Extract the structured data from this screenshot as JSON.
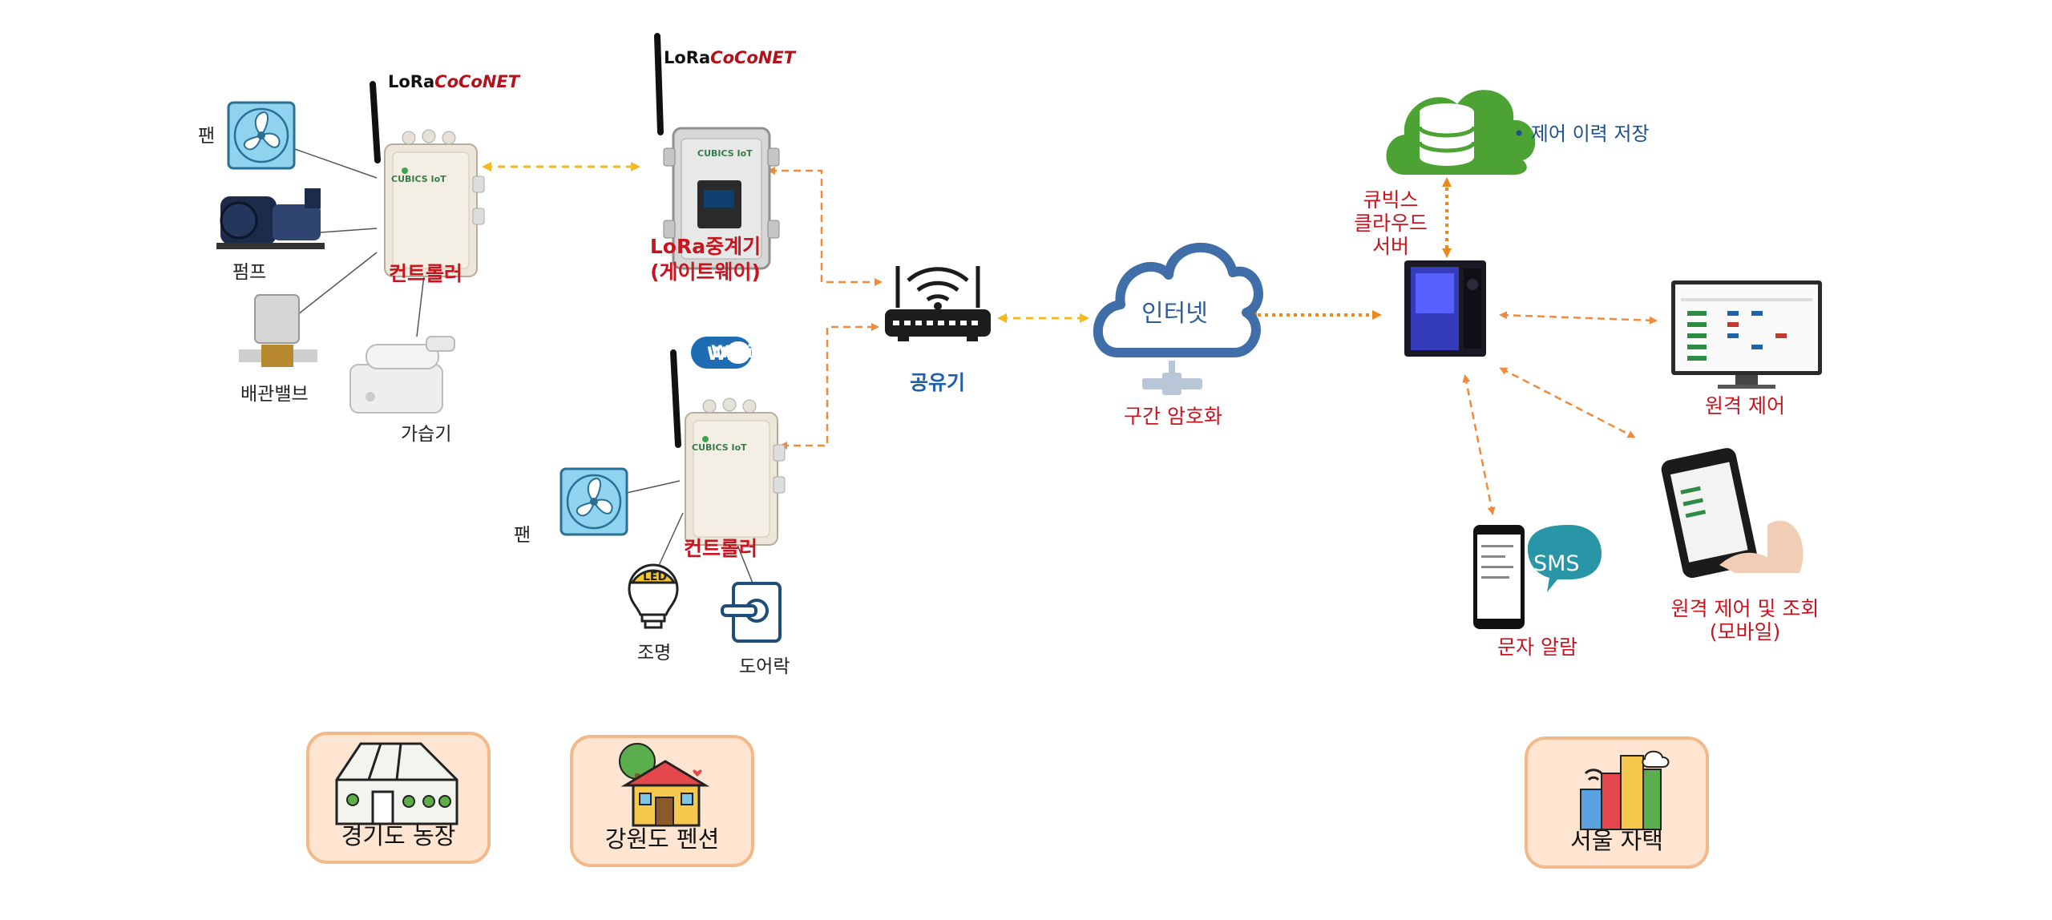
{
  "brand": {
    "part1": "LoRa",
    "part2": "CoCoNET"
  },
  "device_brand": "CUBICS IoT",
  "labels": {
    "fan_top": "팬",
    "pump": "펌프",
    "valve": "배관밸브",
    "humidifier": "가습기",
    "controller_top": "컨트롤러",
    "gateway": "LoRa중계기\n(게이트웨이)",
    "fan_bottom": "팬",
    "controller_bottom": "컨트롤러",
    "light": "조명",
    "led": "LED",
    "doorlock": "도어락",
    "router": "공유기",
    "internet": "인터넷",
    "encryption": "구간 암호화",
    "server": "큐빅스\n클라우드\n서버",
    "storage": "• 제어 이력 저장",
    "remote_control": "원격 제어",
    "mobile": "원격 제어 및 조회\n(모바일)",
    "sms_alarm": "문자 알람",
    "sms": "SMS",
    "wifi": "WiFi"
  },
  "locations": [
    {
      "name": "경기도 농장"
    },
    {
      "name": "강원도 펜션"
    },
    {
      "name": "서울 자택"
    }
  ],
  "colors": {
    "arrow_orange": "#f08a3c",
    "arrow_yellow": "#f5b91d",
    "label_red": "#c8141e",
    "label_blue": "#1f5fa8",
    "cloud_blue": "#3f6ea8",
    "db_green": "#4ca334"
  }
}
